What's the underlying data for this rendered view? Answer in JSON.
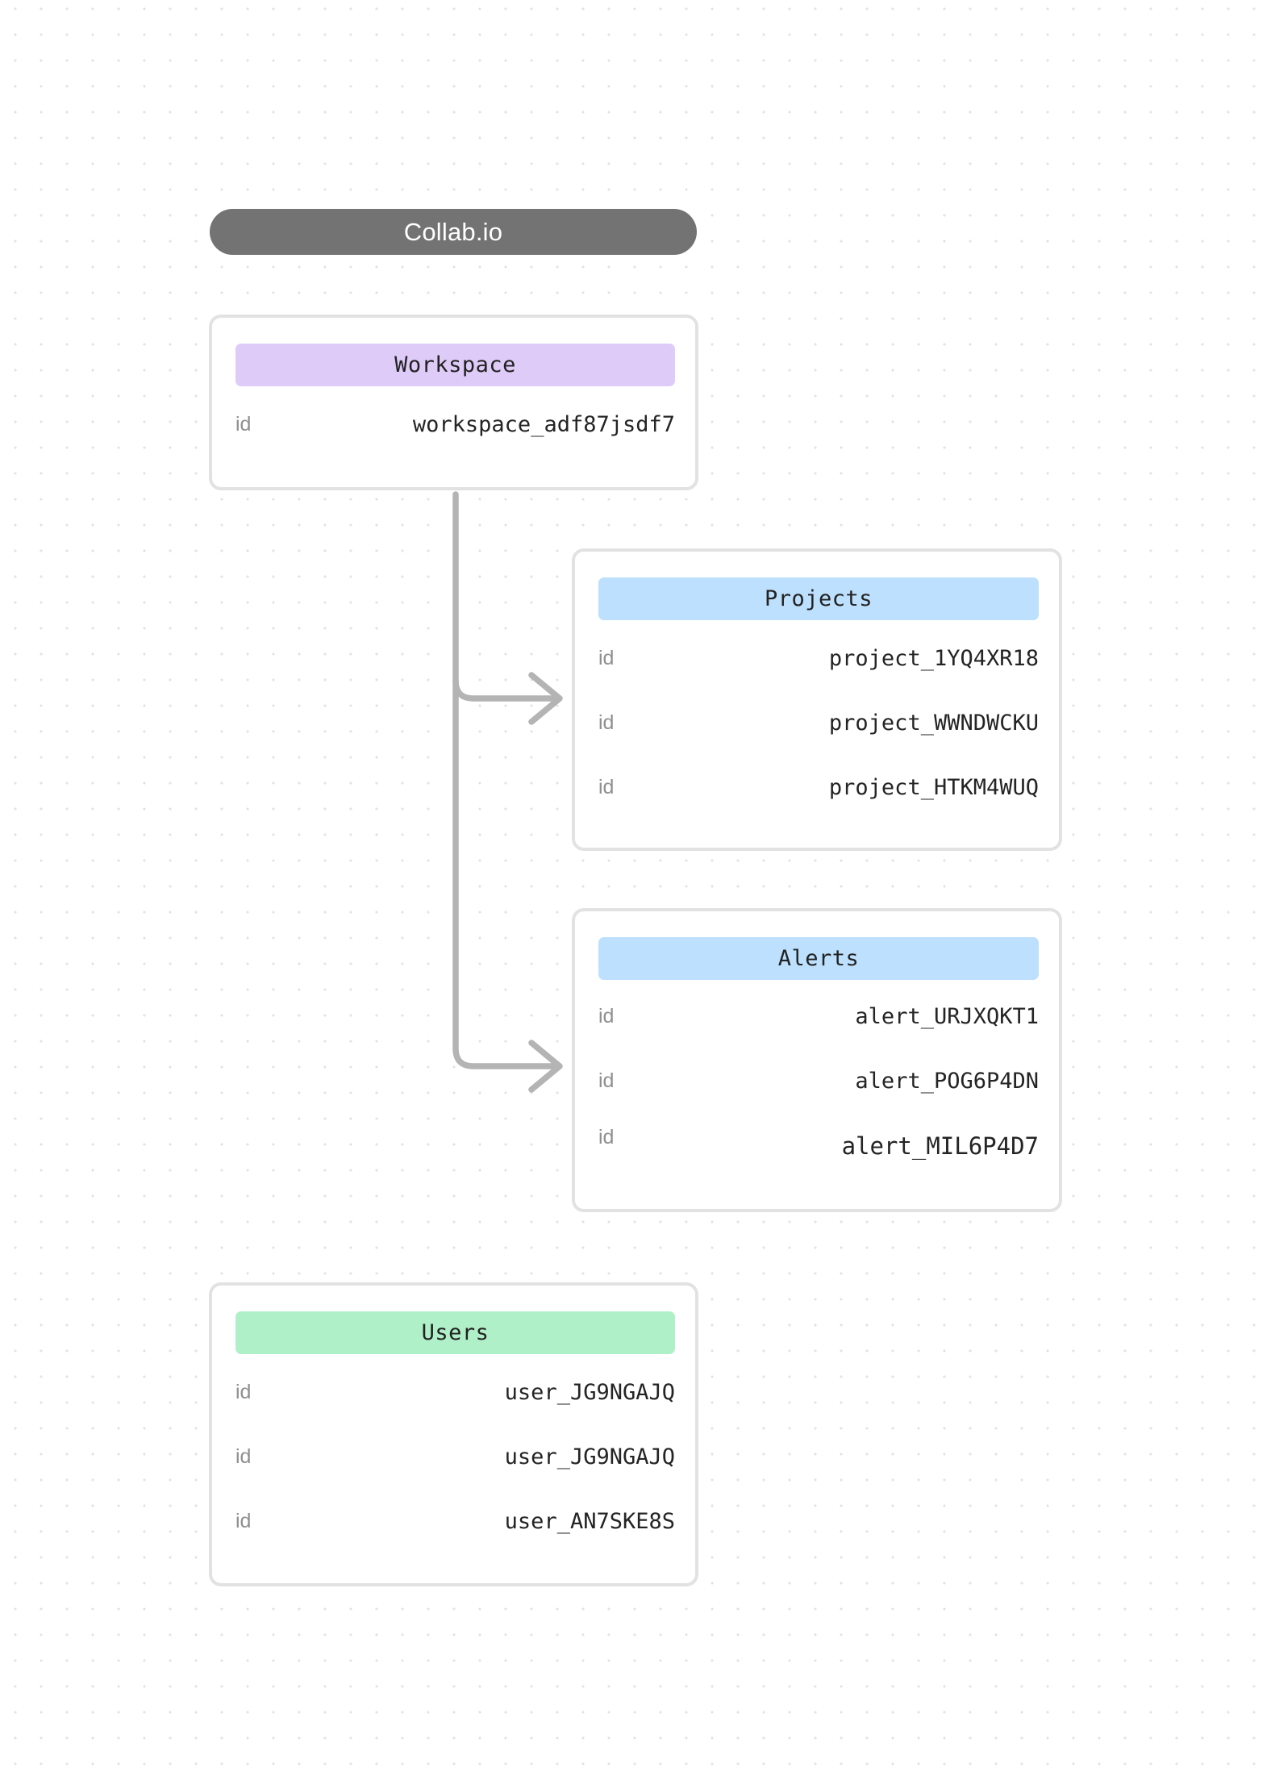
{
  "title": {
    "label": "Collab.io"
  },
  "entities": [
    {
      "name": "workspace",
      "header": "Workspace",
      "header_color": "#decbf8",
      "rows": [
        {
          "key": "id",
          "value": "workspace_adf87jsdf7"
        }
      ]
    },
    {
      "name": "projects",
      "header": "Projects",
      "header_color": "#bce0fd",
      "rows": [
        {
          "key": "id",
          "value": "project_1YQ4XR18"
        },
        {
          "key": "id",
          "value": "project_WWNDWCKU"
        },
        {
          "key": "id",
          "value": "project_HTKM4WUQ"
        }
      ]
    },
    {
      "name": "alerts",
      "header": "Alerts",
      "header_color": "#bce0fd",
      "rows": [
        {
          "key": "id",
          "value": "alert_URJXQKT1"
        },
        {
          "key": "id",
          "value": "alert_POG6P4DN"
        },
        {
          "key": "id",
          "value": "alert_MIL6P4D7"
        }
      ]
    },
    {
      "name": "users",
      "header": "Users",
      "header_color": "#b0f0c8",
      "rows": [
        {
          "key": "id",
          "value": "user_JG9NGAJQ"
        },
        {
          "key": "id",
          "value": "user_JG9NGAJQ"
        },
        {
          "key": "id",
          "value": "user_AN7SKE8S"
        }
      ]
    }
  ],
  "connectors": {
    "stroke_color": "#b4b4b4",
    "edges": [
      {
        "from": "workspace",
        "to": "projects"
      },
      {
        "from": "workspace",
        "to": "alerts"
      }
    ]
  },
  "canvas": {
    "background_color": "#ffffff",
    "dot_color": "#e3e3e3",
    "card_border_color": "#e2e2e2",
    "title_pill_color": "#737373"
  }
}
